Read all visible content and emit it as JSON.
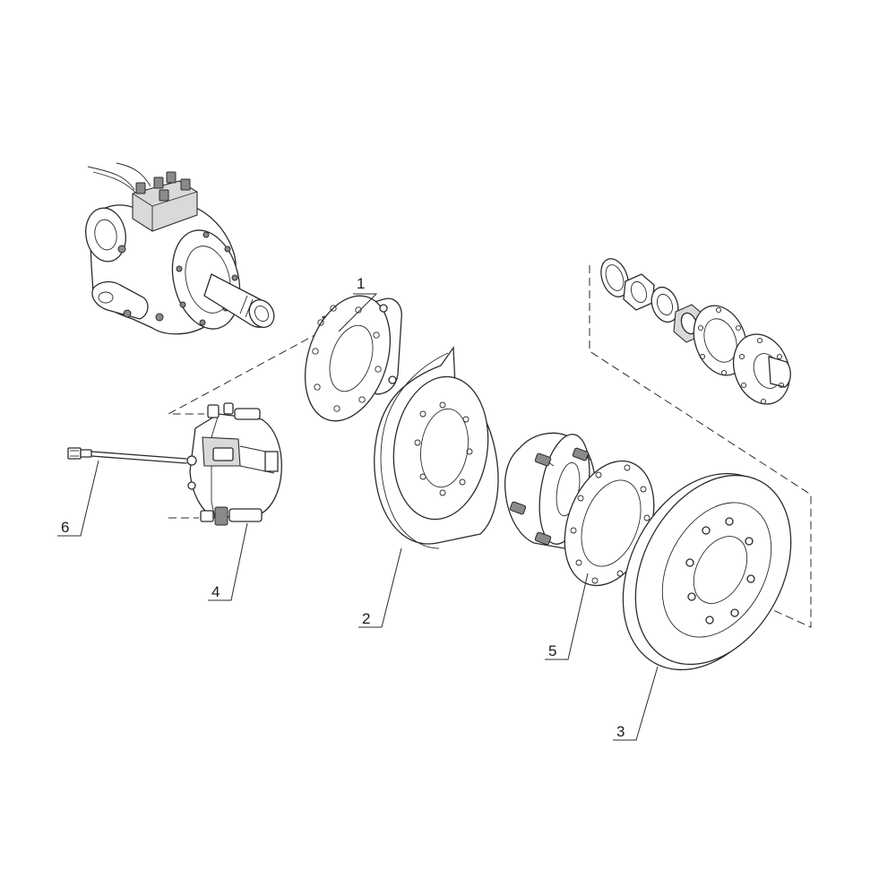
{
  "diagram": {
    "callouts": [
      {
        "id": "1",
        "label": "1"
      },
      {
        "id": "2",
        "label": "2"
      },
      {
        "id": "3",
        "label": "3"
      },
      {
        "id": "4",
        "label": "4"
      },
      {
        "id": "5",
        "label": "5"
      },
      {
        "id": "6",
        "label": "6"
      }
    ]
  },
  "colors": {
    "line": "#2b2b2b",
    "background": "#ffffff",
    "shade": "#d9d9d9"
  }
}
